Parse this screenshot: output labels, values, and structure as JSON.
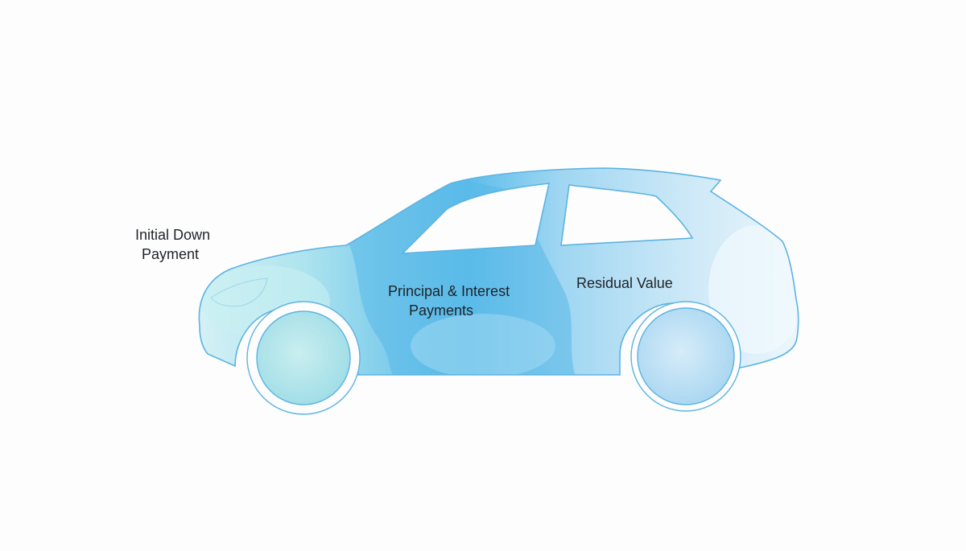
{
  "diagram": {
    "segments": [
      {
        "id": "down-payment",
        "lines": [
          "Initial Down",
          "Payment"
        ]
      },
      {
        "id": "principal-interest",
        "lines": [
          "Principal & Interest",
          "Payments"
        ]
      },
      {
        "id": "residual",
        "lines": [
          "Residual Value"
        ]
      }
    ]
  },
  "colors": {
    "outline": "#5bb3e2",
    "front_tint": "#bfeaf2",
    "middle_tint": "#6cc2ec",
    "rear_tint": "#d4ecf8",
    "text": "#1f2328",
    "background": "#fdfdfd"
  }
}
